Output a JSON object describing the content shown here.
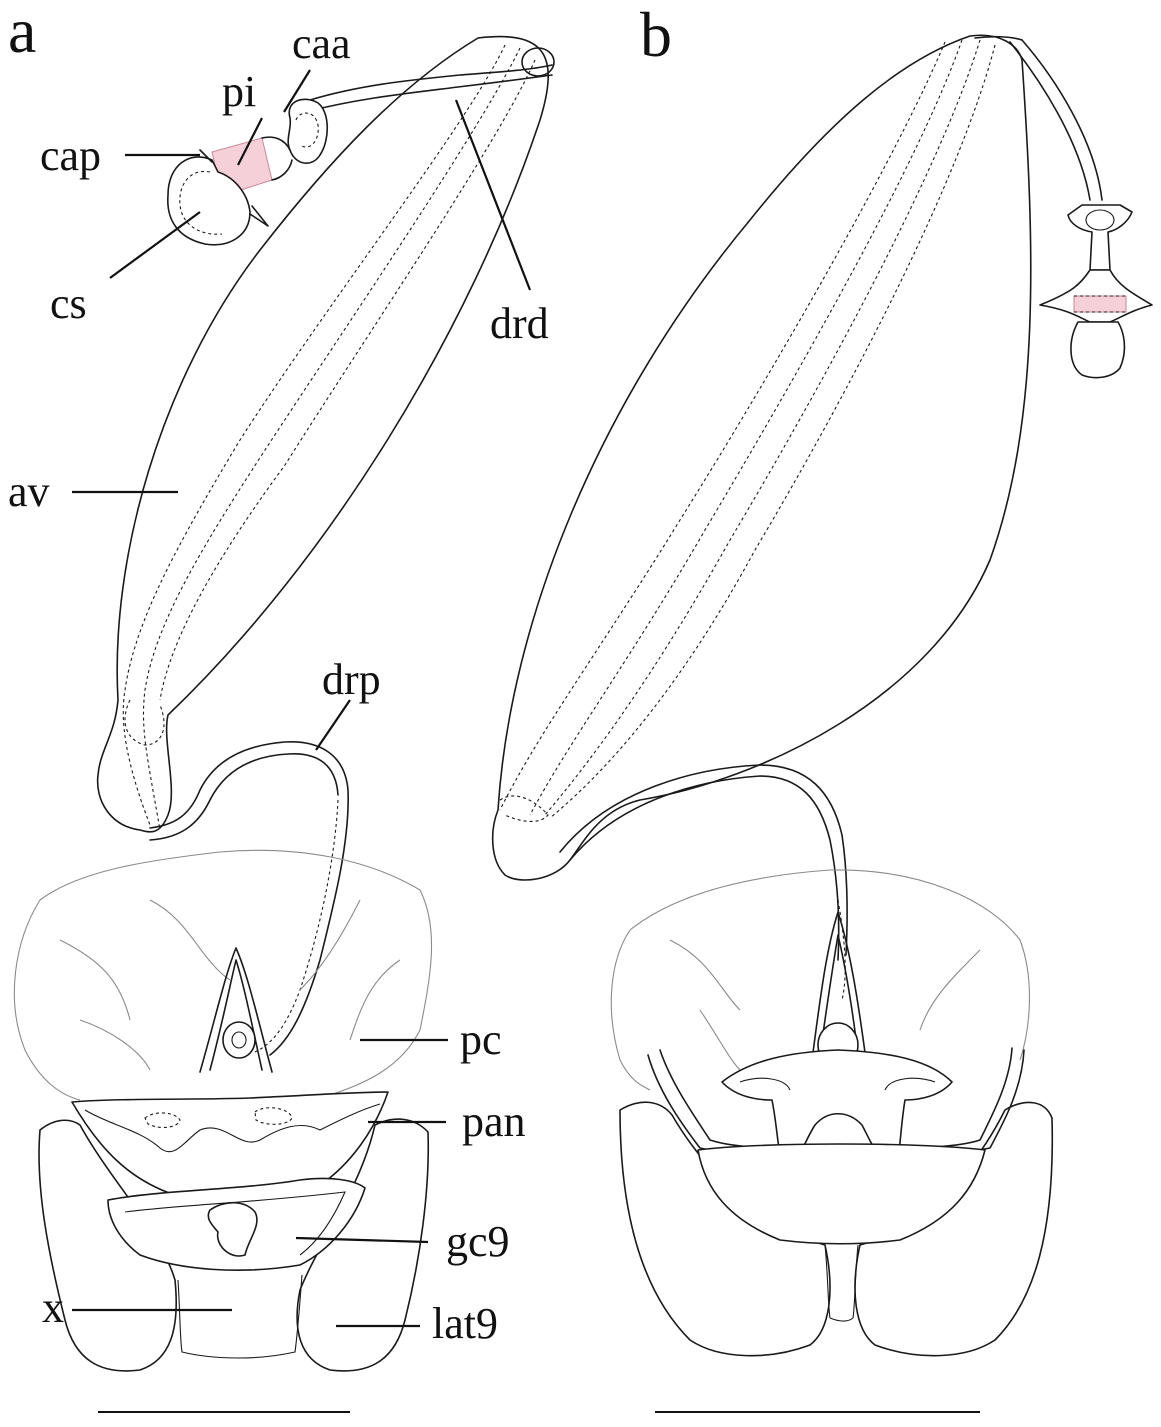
{
  "panels": [
    {
      "id": "a",
      "letter": "a"
    },
    {
      "id": "b",
      "letter": "b"
    }
  ],
  "labels": {
    "caa": "caa",
    "pi": "pi",
    "cap": "cap",
    "cs": "cs",
    "drd": "drd",
    "av": "av",
    "drp": "drp",
    "pc": "pc",
    "pan": "pan",
    "gc9": "gc9",
    "x": "x",
    "lat9": "lat9"
  },
  "colors": {
    "highlight": "#f6d0d8",
    "highlight_stroke": "#c98a98",
    "outline": "#1a1a1a",
    "membrane": "#8a8a8a"
  }
}
